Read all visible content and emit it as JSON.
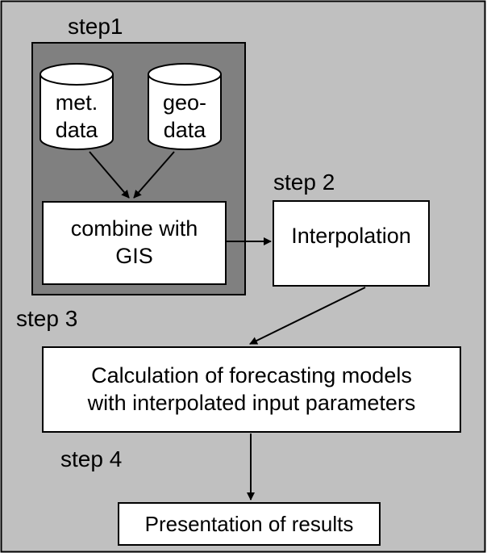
{
  "steps": {
    "step1": "step1",
    "step2": "step 2",
    "step3": "step 3",
    "step4": "step 4"
  },
  "nodes": {
    "met_data": "met.\ndata",
    "geo_data": "geo-\ndata",
    "combine": "combine with\nGIS",
    "interpolation": "Interpolation",
    "calculation": "Calculation of forecasting models\nwith interpolated input parameters",
    "presentation": "Presentation of results"
  },
  "colors": {
    "page_background": "#c0c0c0",
    "step1_panel": "#808080",
    "box_fill": "#ffffff",
    "lines": "#000000"
  }
}
